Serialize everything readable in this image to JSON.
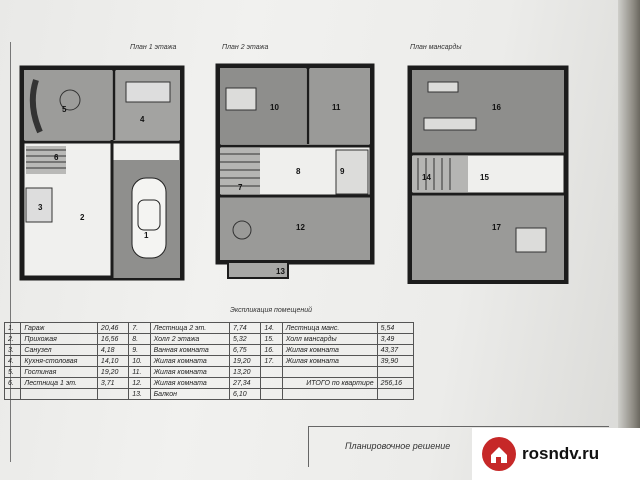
{
  "plans": {
    "floor1_title": "План 1 этажа",
    "floor2_title": "План 2 этажа",
    "attic_title": "План мансарды"
  },
  "room_numbers": {
    "floor1": [
      "1",
      "2",
      "3",
      "4",
      "5",
      "6"
    ],
    "floor2": [
      "7",
      "8",
      "9",
      "10",
      "11",
      "12",
      "13"
    ],
    "attic": [
      "14",
      "15",
      "16",
      "17"
    ]
  },
  "table_title": "Экспликация помещений",
  "rooms": [
    {
      "no": "1.",
      "name": "Гараж",
      "area": "20,46"
    },
    {
      "no": "2.",
      "name": "Прихожая",
      "area": "16,56"
    },
    {
      "no": "3.",
      "name": "Санузел",
      "area": "4,18"
    },
    {
      "no": "4.",
      "name": "Кухня-столовая",
      "area": "14,10"
    },
    {
      "no": "5.",
      "name": "Гостиная",
      "area": "19,20"
    },
    {
      "no": "6.",
      "name": "Лестница 1 эт.",
      "area": "3,71"
    },
    {
      "no": "7.",
      "name": "Лестница 2 эт.",
      "area": "7,74"
    },
    {
      "no": "8.",
      "name": "Холл 2 этажа",
      "area": "5,32"
    },
    {
      "no": "9.",
      "name": "Ванная комната",
      "area": "6,75"
    },
    {
      "no": "10.",
      "name": "Жилая комната",
      "area": "19,20"
    },
    {
      "no": "11.",
      "name": "Жилая комната",
      "area": "13,20"
    },
    {
      "no": "12.",
      "name": "Жилая комната",
      "area": "27,34"
    },
    {
      "no": "13.",
      "name": "Балкон",
      "area": "6,10"
    },
    {
      "no": "14.",
      "name": "Лестница манс.",
      "area": "5,54"
    },
    {
      "no": "15.",
      "name": "Холл мансарды",
      "area": "3,49"
    },
    {
      "no": "16.",
      "name": "Жилая комната",
      "area": "43,37"
    },
    {
      "no": "17.",
      "name": "Жилая комната",
      "area": "39,90"
    }
  ],
  "total_label": "ИТОГО по квартире",
  "total_value": "256,16",
  "stamp_text": "Планировочное решение",
  "logo_text": "rosndv.ru"
}
